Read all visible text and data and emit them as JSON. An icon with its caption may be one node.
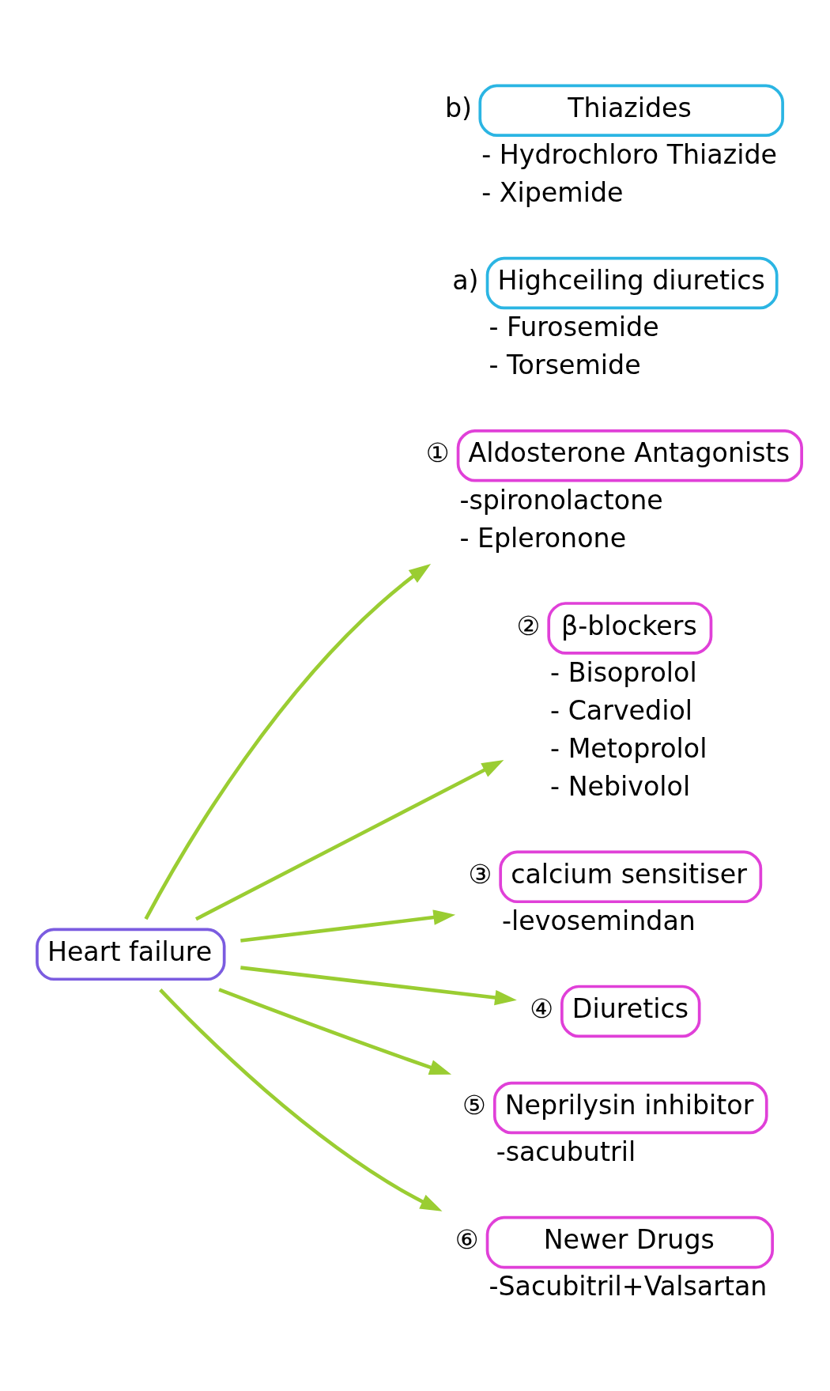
{
  "diagram": {
    "nodes": [
      {
        "text": [
          "Heart failure"
        ]
      },
      {
        "text": [
          "Aldosterone Antagonists"
        ],
        "beside": [
          "①",
          "-spironolactone",
          "- Epleronone"
        ]
      },
      {
        "text": [
          "β-blockers"
        ],
        "beside": [
          "②",
          "- Bisoprolol",
          "- Carvediol",
          "- Metoprolol",
          "- Nebivolol"
        ]
      },
      {
        "text": [
          "calcium sensitiser"
        ],
        "beside": [
          "③",
          "-levosemindan"
        ]
      },
      {
        "text": [
          "Diuretics"
        ],
        "beside": [
          "④"
        ]
      },
      {
        "text": [
          "Highceiling diuretics"
        ],
        "beside": [
          "a)",
          "- Furosemide",
          "- Torsemide"
        ]
      },
      {
        "text": [
          "Thiazides"
        ],
        "beside": [
          "b)",
          "- Hydrochloro Thiazide",
          "- Xipemide"
        ]
      },
      {
        "text": [
          "Neprilysin inhibitor"
        ],
        "beside": [
          "⑤",
          "-sacubutril"
        ]
      },
      {
        "text": [
          "Newer Drugs"
        ],
        "beside": [
          "⑥",
          "-Sacubitril+Valsartan"
        ]
      }
    ],
    "edges": [
      {
        "from": 0,
        "to": 1,
        "arrow": "to"
      },
      {
        "from": 0,
        "to": 2,
        "arrow": "to"
      },
      {
        "from": 0,
        "to": 3,
        "arrow": "to"
      },
      {
        "from": 0,
        "to": 4,
        "arrow": "to"
      },
      {
        "from": 0,
        "to": 7,
        "arrow": "to"
      },
      {
        "from": 0,
        "to": 8,
        "arrow": "to"
      }
    ]
  }
}
